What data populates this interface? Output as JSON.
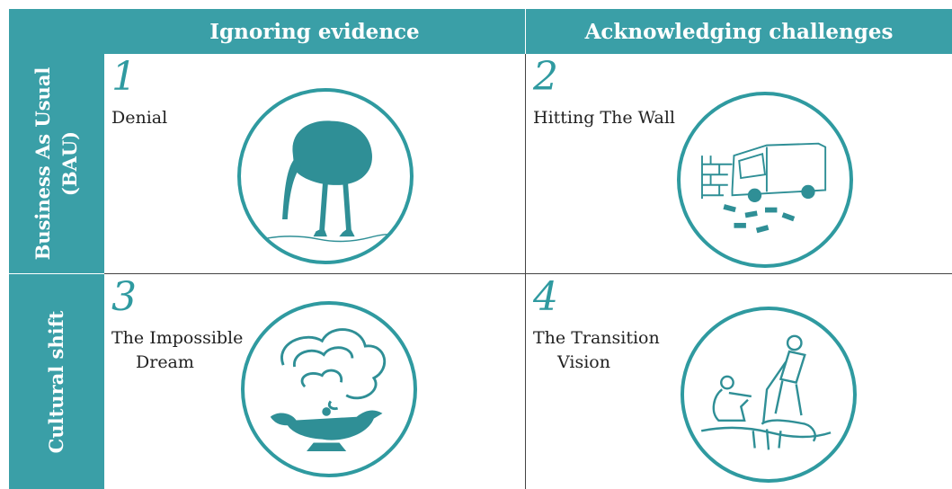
{
  "columns": [
    "Ignoring evidence",
    "Acknowledging challenges"
  ],
  "rows": [
    {
      "line1": "Business As Usual",
      "line2": "(BAU)"
    },
    {
      "line1": "Cultural shift",
      "line2": ""
    }
  ],
  "cells": [
    {
      "number": "1",
      "label_line1": "Denial",
      "label_line2": "",
      "icon": "ostrich-head-in-sand-icon"
    },
    {
      "number": "2",
      "label_line1": "Hitting The Wall",
      "label_line2": "",
      "icon": "truck-crashing-wall-icon"
    },
    {
      "number": "3",
      "label_line1": "The Impossible",
      "label_line2": "Dream",
      "icon": "genie-lamp-smoke-icon"
    },
    {
      "number": "4",
      "label_line1": "The Transition",
      "label_line2": "Vision",
      "icon": "people-gardening-icon"
    }
  ],
  "colors": {
    "header": "#3a9fa7",
    "accent": "#2f9aa0",
    "text": "#222222"
  }
}
